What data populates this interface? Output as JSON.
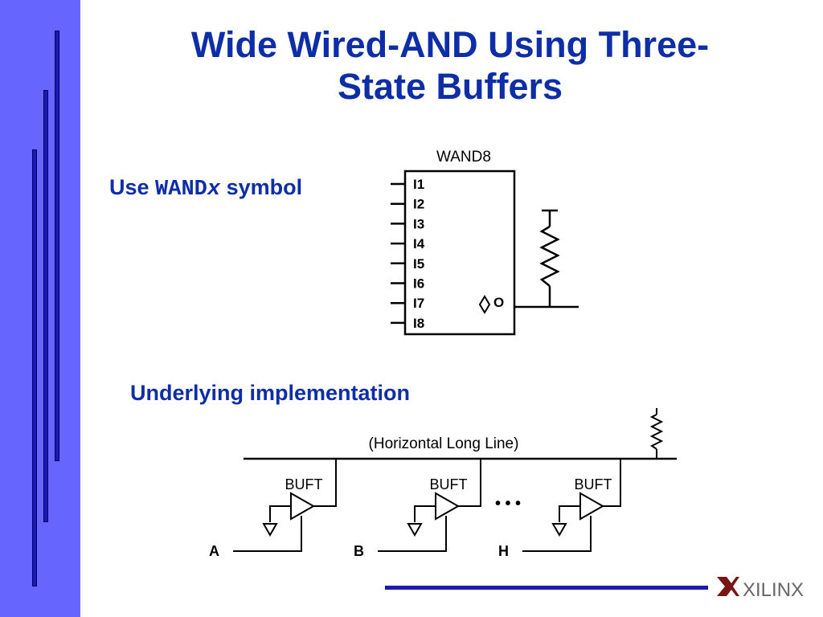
{
  "title": {
    "line1": "Wide Wired-AND Using Three-",
    "line2": "State Buffers"
  },
  "use_symbol": {
    "prefix": "Use ",
    "code_plain": "WAND",
    "code_italic": "x",
    "suffix": " symbol"
  },
  "symbol": {
    "name": "WAND8",
    "inputs": [
      "I1",
      "I2",
      "I3",
      "I4",
      "I5",
      "I6",
      "I7",
      "I8"
    ],
    "output": "O"
  },
  "implementation": {
    "heading": "Underlying implementation",
    "long_line_label": "(Horizontal Long Line)",
    "buffer_label": "BUFT",
    "inputs": [
      "A",
      "B",
      "H"
    ],
    "ellipsis": "• • •"
  },
  "logo": {
    "text": "XILINX"
  },
  "colors": {
    "sidebar": "#6666ff",
    "bar": "#1a1ab3",
    "heading": "#0d2ea6"
  }
}
